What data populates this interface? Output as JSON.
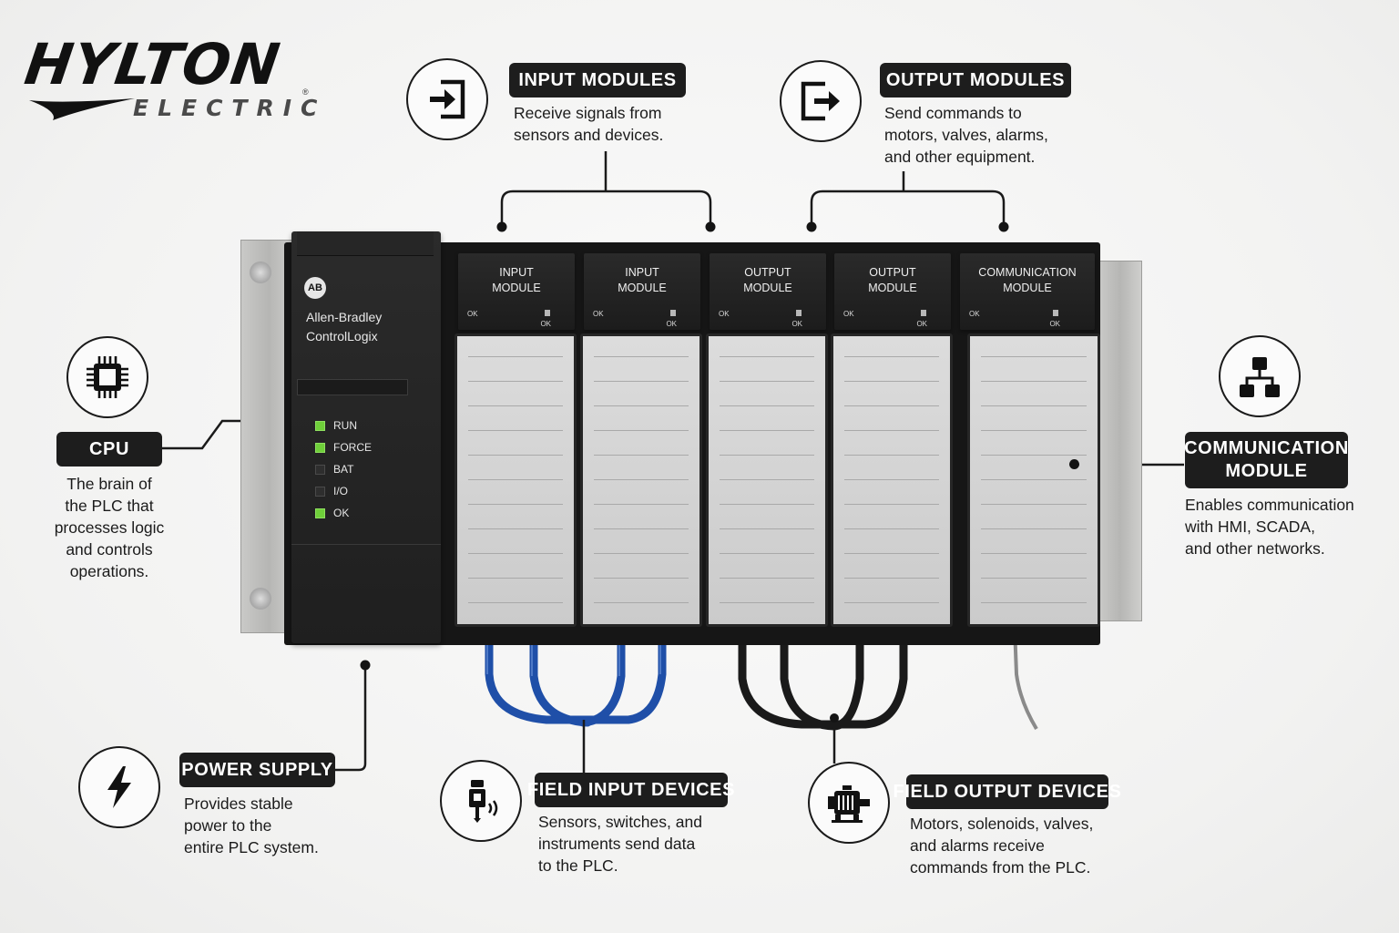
{
  "logo": {
    "main": "HYLTON",
    "sub": "ELECTRIC",
    "reg": "®"
  },
  "plc": {
    "brand_badge": "AB",
    "brand_line1": "Allen-Bradley",
    "brand_line2": "ControlLogix",
    "leds": [
      {
        "label": "RUN",
        "on": true
      },
      {
        "label": "FORCE",
        "on": true
      },
      {
        "label": "BAT",
        "on": false
      },
      {
        "label": "I/O",
        "on": false
      },
      {
        "label": "OK",
        "on": true
      }
    ],
    "modules": [
      {
        "line1": "INPUT",
        "line2": "MODULE",
        "ok_left": "OK",
        "ok_right": "OK"
      },
      {
        "line1": "INPUT",
        "line2": "MODULE",
        "ok_left": "OK",
        "ok_right": "OK"
      },
      {
        "line1": "OUTPUT",
        "line2": "MODULE",
        "ok_left": "OK",
        "ok_right": "OK"
      },
      {
        "line1": "OUTPUT",
        "line2": "MODULE",
        "ok_left": "OK",
        "ok_right": "OK"
      },
      {
        "line1": "COMMUNICATION",
        "line2": "MODULE",
        "ok_left": "OK",
        "ok_right": "OK"
      }
    ],
    "colors": {
      "input_cable": "#1f4fa8",
      "output_cable": "#1a1a1a",
      "comm_cable": "#8a8a8a",
      "led_on": "#6fcf3a"
    }
  },
  "callouts": {
    "input_modules": {
      "title": "INPUT MODULES",
      "desc": [
        "Receive signals from",
        "sensors and devices."
      ],
      "icon": "input-arrow-icon"
    },
    "output_modules": {
      "title": "OUTPUT MODULES",
      "desc": [
        "Send commands to",
        "motors, valves, alarms,",
        "and other equipment."
      ],
      "icon": "output-arrow-icon"
    },
    "cpu": {
      "title": "CPU",
      "desc": [
        "The brain of",
        "the PLC that",
        "processes logic",
        "and controls",
        "operations."
      ],
      "icon": "microchip-icon"
    },
    "communication": {
      "title_line1": "COMMUNICATION",
      "title_line2": "MODULE",
      "desc": [
        "Enables communication",
        "with HMI, SCADA,",
        "and other networks."
      ],
      "icon": "network-icon"
    },
    "power_supply": {
      "title": "POWER SUPPLY",
      "desc": [
        "Provides stable",
        "power to the",
        "entire PLC system."
      ],
      "icon": "lightning-bolt-icon"
    },
    "field_input": {
      "title": "FIELD INPUT DEVICES",
      "desc": [
        "Sensors, switches, and",
        "instruments send data",
        "to the PLC."
      ],
      "icon": "sensor-icon"
    },
    "field_output": {
      "title": "FIELD OUTPUT DEVICES",
      "desc": [
        "Motors, solenoids, valves,",
        "and alarms receive",
        "commands from the PLC."
      ],
      "icon": "motor-icon"
    }
  }
}
